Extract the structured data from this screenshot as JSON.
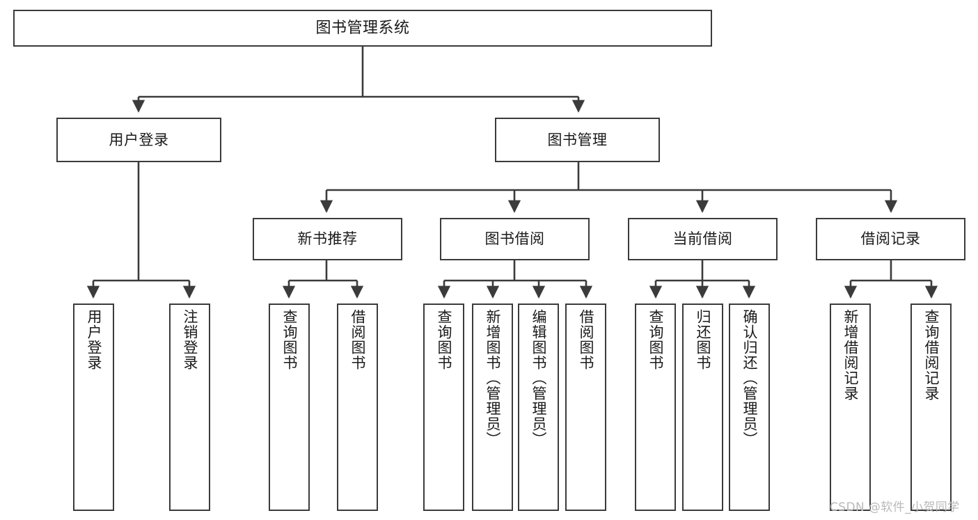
{
  "diagram": {
    "type": "tree-hierarchy",
    "title": "图书管理系统",
    "watermark": "CSDN @软件_小贺同学",
    "line_color": "#3b3b3b",
    "node_fill": "#ffffff",
    "text_color": "#1a1a1a",
    "root": {
      "label": "图书管理系统"
    },
    "level2": [
      {
        "label": "用户登录"
      },
      {
        "label": "图书管理"
      }
    ],
    "level3": [
      {
        "label": "新书推荐"
      },
      {
        "label": "图书借阅"
      },
      {
        "label": "当前借阅"
      },
      {
        "label": "借阅记录"
      }
    ],
    "leaves": {
      "user_login": [
        {
          "label": "用户登录"
        },
        {
          "label": "注销登录"
        }
      ],
      "new_book": [
        {
          "label": "查询图书"
        },
        {
          "label": "借阅图书"
        }
      ],
      "book_borrow": [
        {
          "label": "查询图书"
        },
        {
          "label": "新增图书（管理员）"
        },
        {
          "label": "编辑图书（管理员）"
        },
        {
          "label": "借阅图书"
        }
      ],
      "current_borrow": [
        {
          "label": "查询图书"
        },
        {
          "label": "归还图书"
        },
        {
          "label": "确认归还（管理员）"
        }
      ],
      "borrow_record": [
        {
          "label": "新增借阅记录"
        },
        {
          "label": "查询借阅记录"
        }
      ]
    }
  }
}
